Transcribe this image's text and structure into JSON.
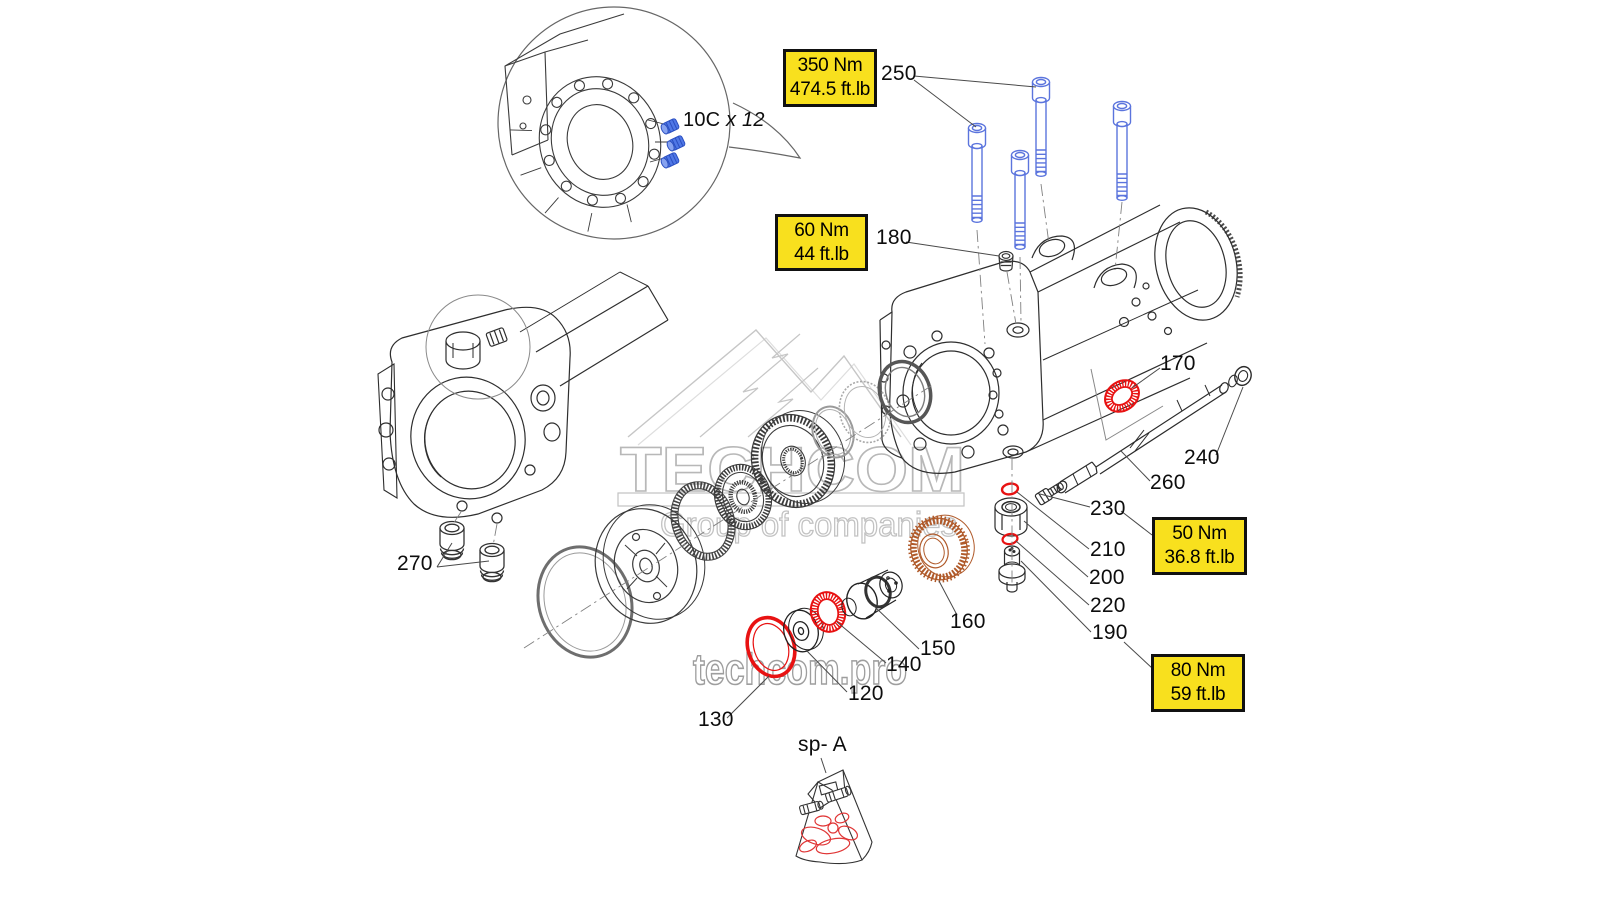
{
  "watermark": {
    "brand": "TECHCOM",
    "tagline": "Group of companies",
    "site": "techcom.pro"
  },
  "detail_callout": {
    "label": "10C ",
    "multiplier": "x 12"
  },
  "torque_boxes": {
    "t350": {
      "nm": "350 Nm",
      "ftlb": "474.5 ft.lb"
    },
    "t60": {
      "nm": "60 Nm",
      "ftlb": "44 ft.lb"
    },
    "t50": {
      "nm": "50 Nm",
      "ftlb": "36.8 ft.lb"
    },
    "t80": {
      "nm": "80 Nm",
      "ftlb": "59 ft.lb"
    }
  },
  "part_labels": {
    "p250": "250",
    "p180": "180",
    "p170": "170",
    "p240": "240",
    "p260": "260",
    "p230": "230",
    "p210": "210",
    "p200": "200",
    "p220": "220",
    "p190": "190",
    "p160": "160",
    "p150": "150",
    "p140": "140",
    "p120": "120",
    "p130": "130",
    "p270": "270",
    "spare_kit": "sp- A"
  },
  "colors": {
    "torque_box_bg": "#f8e01e",
    "bolt_blue": "#5b74dd",
    "plug_blue": "#4f77e6",
    "highlight_red": "#e81212",
    "gear_orange": "#b05a2a",
    "watermark_gray": "#bcbcbc"
  }
}
